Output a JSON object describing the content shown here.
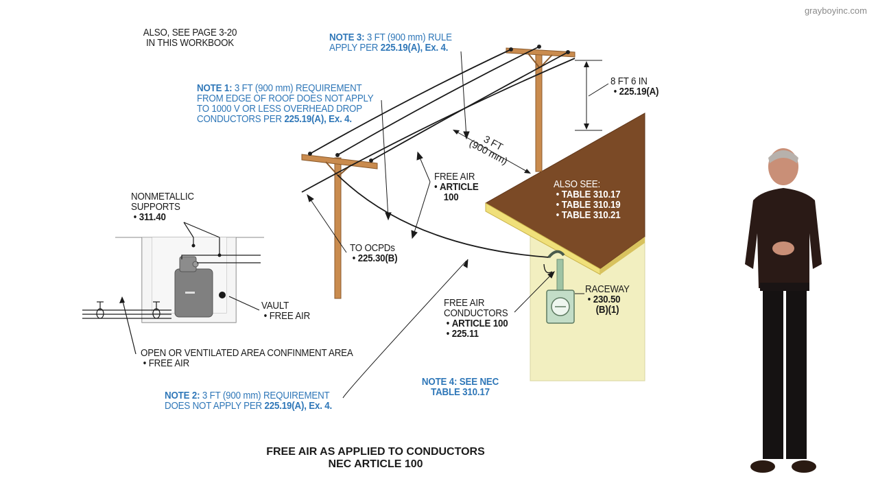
{
  "watermark": "grayboyinc.com",
  "ref_page": [
    "ALSO, SEE PAGE 3-20",
    "IN THIS WORKBOOK"
  ],
  "note3": {
    "label": "NOTE 3:",
    "line1": " 3 FT (900 mm) RULE",
    "line2_pre": "APPLY PER ",
    "line2_ref": "225.19(A), Ex. 4."
  },
  "note1": {
    "label": "NOTE 1:",
    "line1": " 3 FT (900 mm) REQUIREMENT",
    "line2": "FROM EDGE OF ROOF DOES NOT APPLY",
    "line3": "TO 1000 V OR LESS OVERHEAD DROP",
    "line4_pre": "CONDUCTORS PER ",
    "line4_ref": "225.19(A), Ex. 4."
  },
  "clearance": {
    "line1": "8 FT 6 IN",
    "line2": "225.19(A)"
  },
  "three_ft": {
    "line1": "3 FT",
    "line2": "(900 mm)"
  },
  "free_air_article": {
    "line1": "FREE AIR",
    "line2": "ARTICLE",
    "line3": "100"
  },
  "also_see": {
    "title": "ALSO SEE:",
    "items": [
      "TABLE 310.17",
      "TABLE 310.19",
      "TABLE 310.21"
    ]
  },
  "nonmetallic": {
    "line1": "NONMETALLIC",
    "line2": "SUPPORTS",
    "line3": "311.40"
  },
  "ocpd": {
    "line1": "TO OCPDs",
    "line2": "225.30(B)"
  },
  "vault": {
    "line1": "VAULT",
    "line2": "FREE AIR"
  },
  "raceway": {
    "line1": "RACEWAY",
    "line2": "230.50",
    "line3": "(B)(1)"
  },
  "free_air_conductors": {
    "line1": "FREE AIR",
    "line2": "CONDUCTORS",
    "line3": "ARTICLE 100",
    "line4": "225.11"
  },
  "open_area": {
    "line1": "OPEN OR VENTILATED AREA CONFINMENT AREA",
    "line2": "FREE AIR"
  },
  "note4": {
    "line1_pre": "NOTE 4:",
    "line1_post": " SEE NEC",
    "line2": "TABLE 310.17"
  },
  "note2": {
    "label": "NOTE 2:",
    "line1": " 3 FT (900 mm) REQUIREMENT",
    "line2_pre": "DOES NOT APPLY PER ",
    "line2_ref": "225.19(A), Ex. 4."
  },
  "caption": [
    "FREE AIR AS APPLIED TO CONDUCTORS",
    "NEC ARTICLE 100"
  ],
  "bullet": "•",
  "colors": {
    "note_blue": "#2f77b8",
    "roof": "#7b4a26",
    "wall": "#f2efc0",
    "pole": "#c98b4e"
  }
}
